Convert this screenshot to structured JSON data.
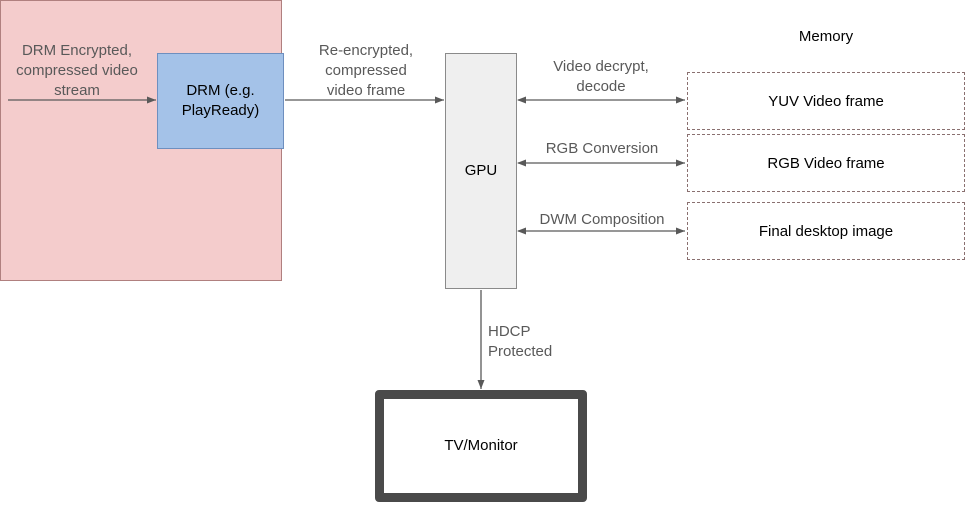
{
  "input_label": [
    "DRM Encrypted,",
    "compressed video",
    "stream"
  ],
  "drm_box": [
    "DRM (e.g.",
    "PlayReady)"
  ],
  "reencrypt_label": [
    "Re-encrypted,",
    "compressed",
    "video frame"
  ],
  "gpu_box": "GPU",
  "decrypt_label": [
    "Video decrypt,",
    "decode"
  ],
  "rgb_conversion_label": "RGB Conversion",
  "dwm_label": "DWM Composition",
  "memory": {
    "title": "Memory",
    "frames": [
      "YUV Video frame",
      "RGB Video frame",
      "Final desktop image"
    ]
  },
  "hdcp_label": [
    "HDCP",
    "Protected"
  ],
  "monitor_box": "TV/Monitor",
  "colors": {
    "drm_fill": "#a4c2e8",
    "gpu_fill": "#efefef",
    "memory_fill": "#f4cccc",
    "arrow": "#595959",
    "monitor_border": "#4a4a4a"
  }
}
